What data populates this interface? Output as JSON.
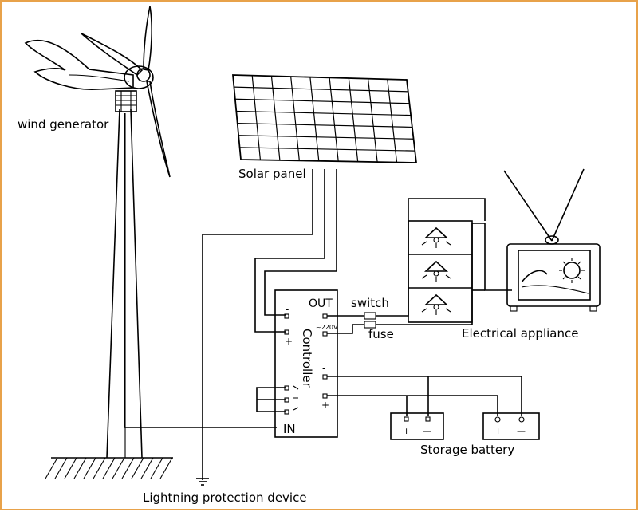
{
  "labels": {
    "wind_generator": "wind generator",
    "solar_panel": "Solar panel",
    "out": "OUT",
    "switch": "switch",
    "fuse": "fuse",
    "voltage": "~220V",
    "controller": "Controller",
    "in": "IN",
    "electrical_appliance": "Electrical appliance",
    "storage_battery": "Storage battery",
    "lightning_protection": "Lightning protection device",
    "minus": "-",
    "plus": "+",
    "battery_minus": "—"
  },
  "colors": {
    "frame": "#e8a24a",
    "line": "#000000"
  }
}
